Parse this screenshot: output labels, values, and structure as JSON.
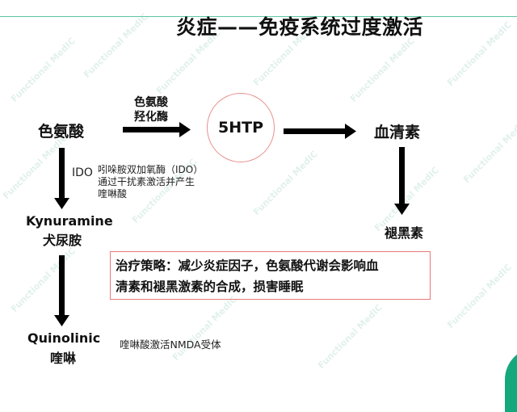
{
  "slide": {
    "title": "炎症——免疫系统过度激活",
    "watermark_text": "Functional MedIC",
    "colors": {
      "title_line": "#5cc7a6",
      "circle_border": "#e8908c",
      "box_border": "#e8787a",
      "corner_accent": "#14a87c",
      "arrow": "#000000"
    }
  },
  "diagram": {
    "nodes": {
      "tryptophan": "色氨酸",
      "enzyme_line1": "色氨酸",
      "enzyme_line2": "羟化酶",
      "fivehtp": "5HTP",
      "serotonin": "血清素",
      "melatonin": "褪黑素",
      "kynuramine_en": "Kynuramine",
      "kynuramine_cn": "犬尿胺",
      "quinolinic_en": "Quinolinic",
      "quinolinic_cn": "喹啉"
    },
    "ido_label": "IDO",
    "ido_note": [
      "吲哚胺双加氧酶（IDO）",
      "通过干扰素激活并产生",
      "喹啉酸"
    ],
    "quinolinic_note": "喹啉酸激活NMDA受体",
    "strategy": {
      "line1": "治疗策略：减少炎症因子，色氨酸代谢会影响血",
      "line2": "清素和褪黑激素的合成，损害睡眠"
    }
  }
}
